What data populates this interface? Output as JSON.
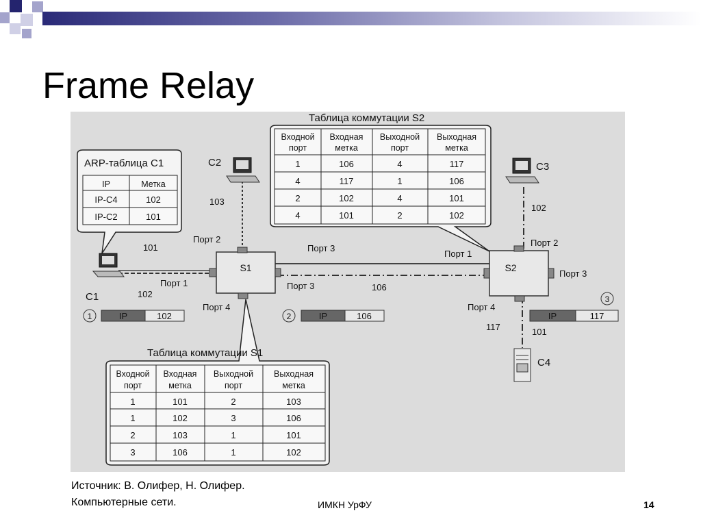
{
  "slide": {
    "title": "Frame Relay",
    "source_line1": "Источник: В. Олифер, Н. Олифер.",
    "source_line2": "Компьютерные сети.",
    "footer_center": "ИМКН УрФУ",
    "page_number": "14"
  },
  "colors": {
    "header_bar": "#2a2a78",
    "figure_bg": "#dcdcdc"
  },
  "figure": {
    "arp_table": {
      "title": "ARP-таблица С1",
      "headers": [
        "IP",
        "Метка"
      ],
      "rows": [
        [
          "IP-C4",
          "102"
        ],
        [
          "IP-C2",
          "101"
        ]
      ]
    },
    "s2_table": {
      "title": "Таблица коммутации S2",
      "headers": [
        [
          "Входной",
          "порт"
        ],
        [
          "Входная",
          "метка"
        ],
        [
          "Выходной",
          "порт"
        ],
        [
          "Выходная",
          "метка"
        ]
      ],
      "rows": [
        [
          "1",
          "106",
          "4",
          "117"
        ],
        [
          "4",
          "117",
          "1",
          "106"
        ],
        [
          "2",
          "102",
          "4",
          "101"
        ],
        [
          "4",
          "101",
          "2",
          "102"
        ]
      ]
    },
    "s1_table": {
      "title": "Таблица коммутации S1",
      "headers": [
        [
          "Входной",
          "порт"
        ],
        [
          "Входная",
          "метка"
        ],
        [
          "Выходной",
          "порт"
        ],
        [
          "Выходная",
          "метка"
        ]
      ],
      "rows": [
        [
          "1",
          "101",
          "2",
          "103"
        ],
        [
          "1",
          "102",
          "3",
          "106"
        ],
        [
          "2",
          "103",
          "1",
          "101"
        ],
        [
          "3",
          "106",
          "1",
          "102"
        ]
      ]
    },
    "nodes": {
      "c1": "С1",
      "c2": "С2",
      "c3": "С3",
      "c4": "С4",
      "s1": "S1",
      "s2": "S2"
    },
    "ports": {
      "s1_p1": "Порт 1",
      "s1_p2": "Порт 2",
      "s1_p3": "Порт 3",
      "s1_p4": "Порт 4",
      "s2_p1": "Порт 1",
      "s2_p2": "Порт 2",
      "s2_p3": "Порт 3",
      "s2_p4": "Порт 4",
      "s1s2_link": "Порт 3"
    },
    "labels": {
      "l101_c1": "101",
      "l102_c1": "102",
      "l103": "103",
      "l106": "106",
      "l102_c3": "102",
      "l117": "117",
      "l101_c4": "101"
    },
    "frames": [
      {
        "num": "1",
        "ip": "IP",
        "label": "102"
      },
      {
        "num": "2",
        "ip": "IP",
        "label": "106"
      },
      {
        "num": "3",
        "ip": "IP",
        "label": "117"
      }
    ]
  }
}
